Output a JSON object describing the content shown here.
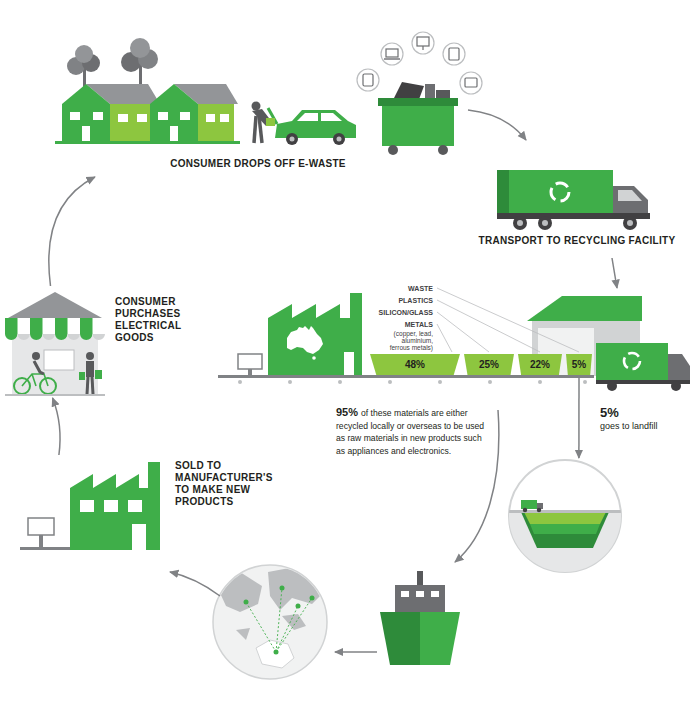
{
  "diagram": {
    "nodes": [
      {
        "text": [
          "CONSUMER DROPS OFF E-WASTE"
        ]
      },
      {
        "text": [
          "TRANSPORT TO RECYCLING FACILITY"
        ]
      },
      {
        "text": [
          "48%"
        ]
      },
      {
        "text": [
          "25%"
        ]
      },
      {
        "text": [
          "22%"
        ]
      },
      {
        "text": [
          "5%"
        ]
      },
      {
        "text": [
          "5%",
          "goes to landfill"
        ]
      },
      {
        "text": [
          "SOLD TO MANUFACTURER'S TO MAKE NEW PRODUCTS"
        ]
      },
      {
        "text": [
          "CONSUMER PURCHASES ELECTRICAL GOODS"
        ]
      }
    ],
    "edges": [
      {
        "from": 5,
        "to": 6,
        "arrow": "to"
      },
      {
        "from": 7,
        "to": 8,
        "arrow": "to"
      },
      {
        "from": 8,
        "to": 0,
        "arrow": "to"
      }
    ],
    "labels": [
      "WASTE",
      "PLASTICS",
      "SILICON/GLASS",
      "METALS",
      "(copper, lead, aluminium, ferrous metals)",
      "95%",
      "of these materials are either recycled locally or overseas to be used as raw materials in new products such as appliances and electronics."
    ]
  }
}
